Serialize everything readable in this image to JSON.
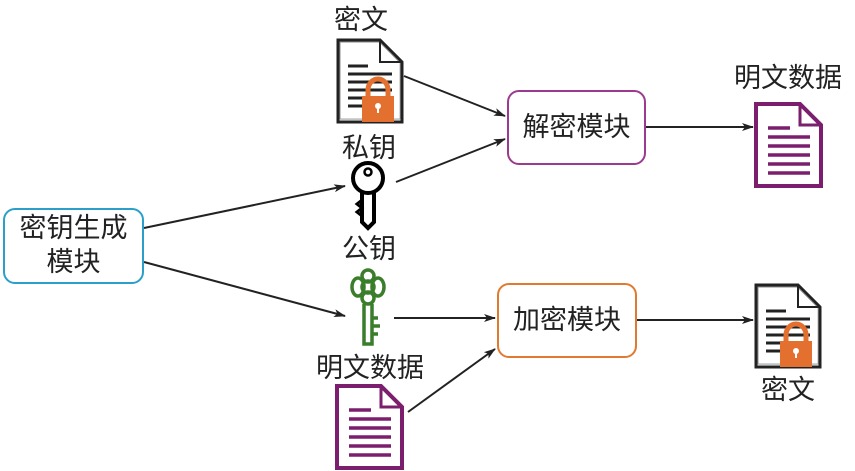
{
  "labels": {
    "ciphertext_top": "密文",
    "private_key": "私钥",
    "public_key": "公钥",
    "plaintext_left": "明文数据",
    "plaintext_right": "明文数据",
    "ciphertext_right": "密文"
  },
  "modules": {
    "keygen": "密钥生成模块",
    "decrypt": "解密模块",
    "encrypt": "加密模块"
  },
  "colors": {
    "keygen_border": "#2a9fc9",
    "decrypt_border": "#9b3a8f",
    "encrypt_border": "#e07a30",
    "plain_doc": "#7b1e6e",
    "lock": "#e3702f",
    "public_key": "#3a7d2a",
    "private_key": "#000000"
  },
  "icons": [
    "encrypted-document-icon",
    "private-key-icon",
    "public-key-icon",
    "plaintext-document-icon"
  ]
}
